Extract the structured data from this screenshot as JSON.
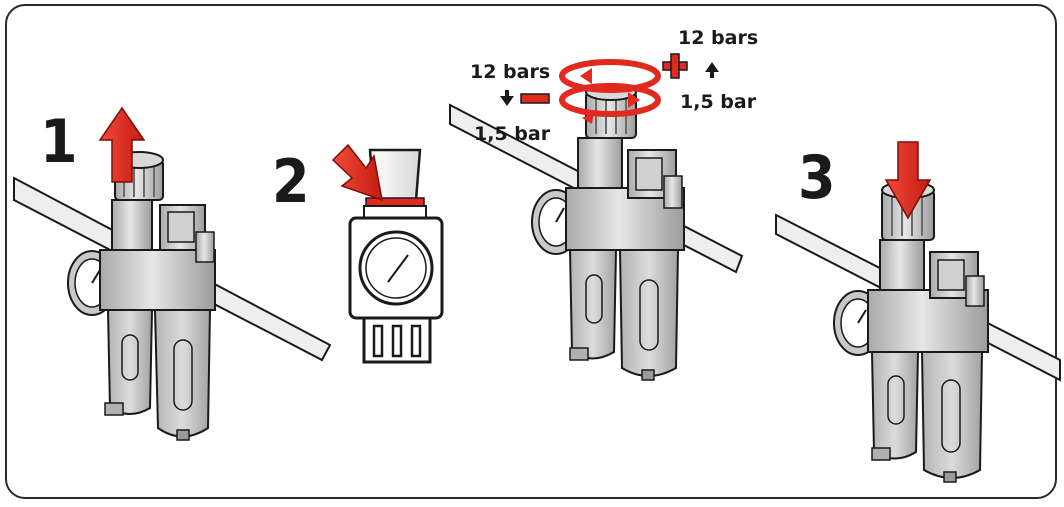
{
  "steps": [
    {
      "number": "1"
    },
    {
      "number": "2"
    },
    {
      "number": "3"
    }
  ],
  "adjustment": {
    "max_label_left": "12 bars",
    "min_label_left": "1,5 bar",
    "max_label_right": "12 bars",
    "min_label_right": "1,5 bar"
  },
  "colors": {
    "accent": "#e02a1e",
    "outline": "#1a1a1a",
    "metal": "#c9c9c9",
    "metal_dark": "#9a9a9a"
  }
}
